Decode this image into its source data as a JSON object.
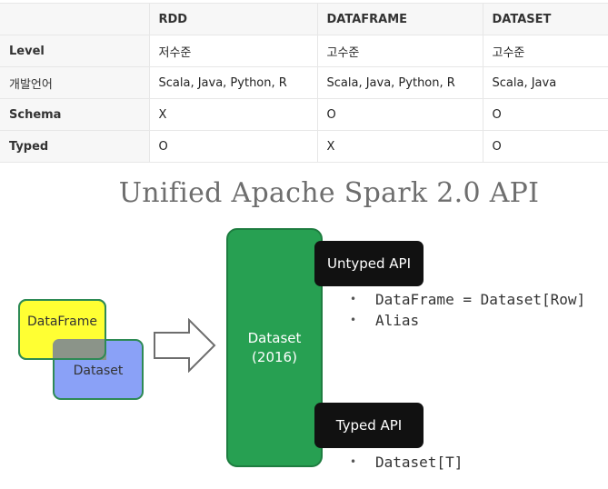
{
  "table": {
    "headers": [
      "",
      "RDD",
      "DATAFRAME",
      "DATASET"
    ],
    "rows": [
      {
        "label": "Level",
        "cells": [
          "저수준",
          "고수준",
          "고수준"
        ]
      },
      {
        "label": "개발언어",
        "cells": [
          "Scala, Java, Python, R",
          "Scala, Java, Python, R",
          "Scala, Java"
        ]
      },
      {
        "label": "Schema",
        "cells": [
          "X",
          "O",
          "O"
        ]
      },
      {
        "label": "Typed",
        "cells": [
          "O",
          "X",
          "O"
        ]
      }
    ]
  },
  "diagram": {
    "title": "Unified Apache Spark 2.0 API",
    "dataframe_label": "DataFrame",
    "dataset_label": "Dataset",
    "main_box": {
      "line1": "Dataset",
      "line2": "(2016)"
    },
    "untyped_api": {
      "label": "Untyped API",
      "bullets": [
        "DataFrame = Dataset[Row]",
        "Alias"
      ]
    },
    "typed_api": {
      "label": "Typed API",
      "bullets": [
        "Dataset[T]"
      ]
    },
    "colors": {
      "dataframe_fill": "#ffff33",
      "dataset_fill": "#8aa1f7",
      "main_box_fill": "#27a052",
      "api_box_fill": "#111111"
    }
  }
}
